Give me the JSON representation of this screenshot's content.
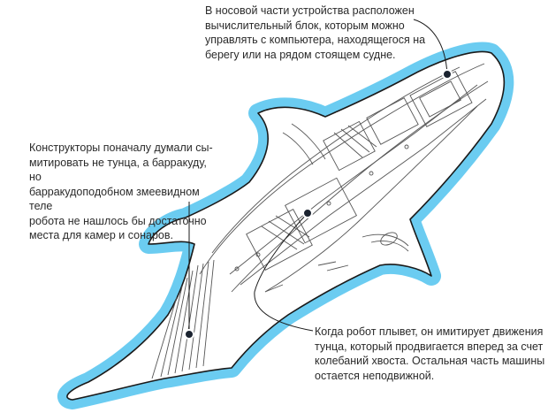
{
  "captions": {
    "top": "В носовой части устройства расположен\nвычислительный блок, которым можно\nуправлять с компьютера, находящегося на\nберегу или на рядом стоящем судне.",
    "left": "Конструкторы поначалу думали сы-\nмитировать не тунца, а барракуду, но\nбарракудоподобном змеевидном теле\nробота не нашлось бы достаточно\nместа для камер и сонаров.",
    "bottom": "Когда робот плывет, он имитирует движения\nтунца, который продвигается вперед за счет\nколебаний хвоста. Остальная часть машины\nостается неподвижной."
  },
  "colors": {
    "glow": "#5bc7f0",
    "outline": "#1a1a1a",
    "sketch": "#555555",
    "marker_fill": "#1b2330"
  }
}
